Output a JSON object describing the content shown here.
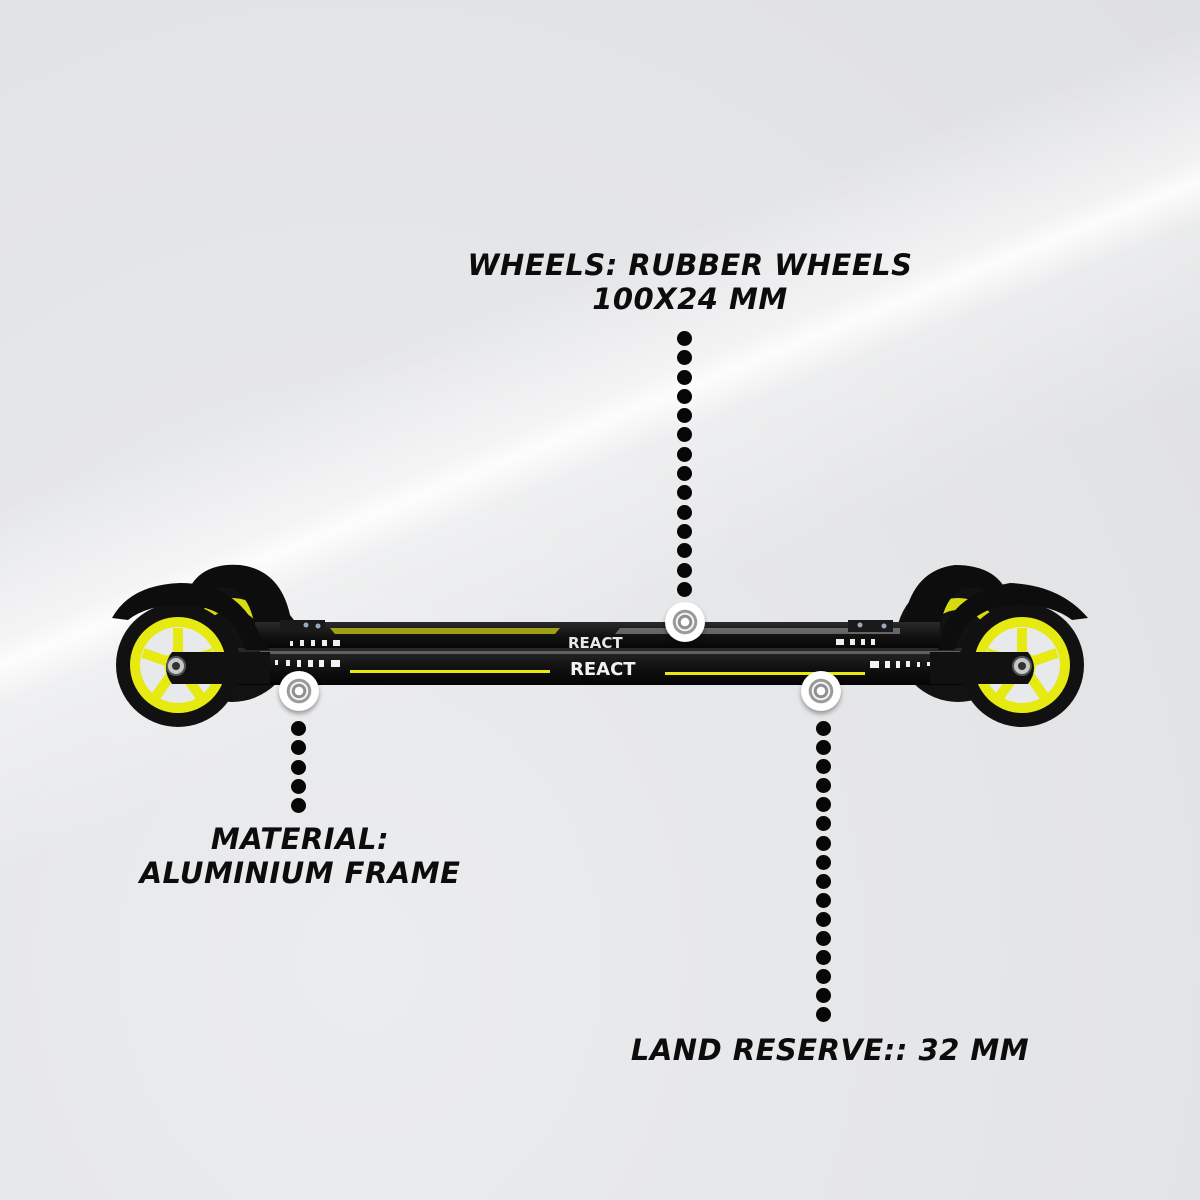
{
  "product": {
    "brand_text": "REACT",
    "colors": {
      "accent_yellow": "#e6ea10",
      "frame_black": "#111111",
      "background": "#e3e4e6",
      "text": "#0c0c0c"
    }
  },
  "callouts": {
    "wheels": {
      "line1": "WHEELS: RUBBER WHEELS",
      "line2": "100X24 MM",
      "icon": "target-icon",
      "dot_count": 14
    },
    "material": {
      "line1": "MATERIAL:",
      "line2": "ALUMINIUM FRAME",
      "icon": "target-icon",
      "dot_count": 5
    },
    "land_reserve": {
      "line1": "LAND RESERVE:: 32 MM",
      "icon": "target-icon",
      "dot_count": 16
    }
  }
}
